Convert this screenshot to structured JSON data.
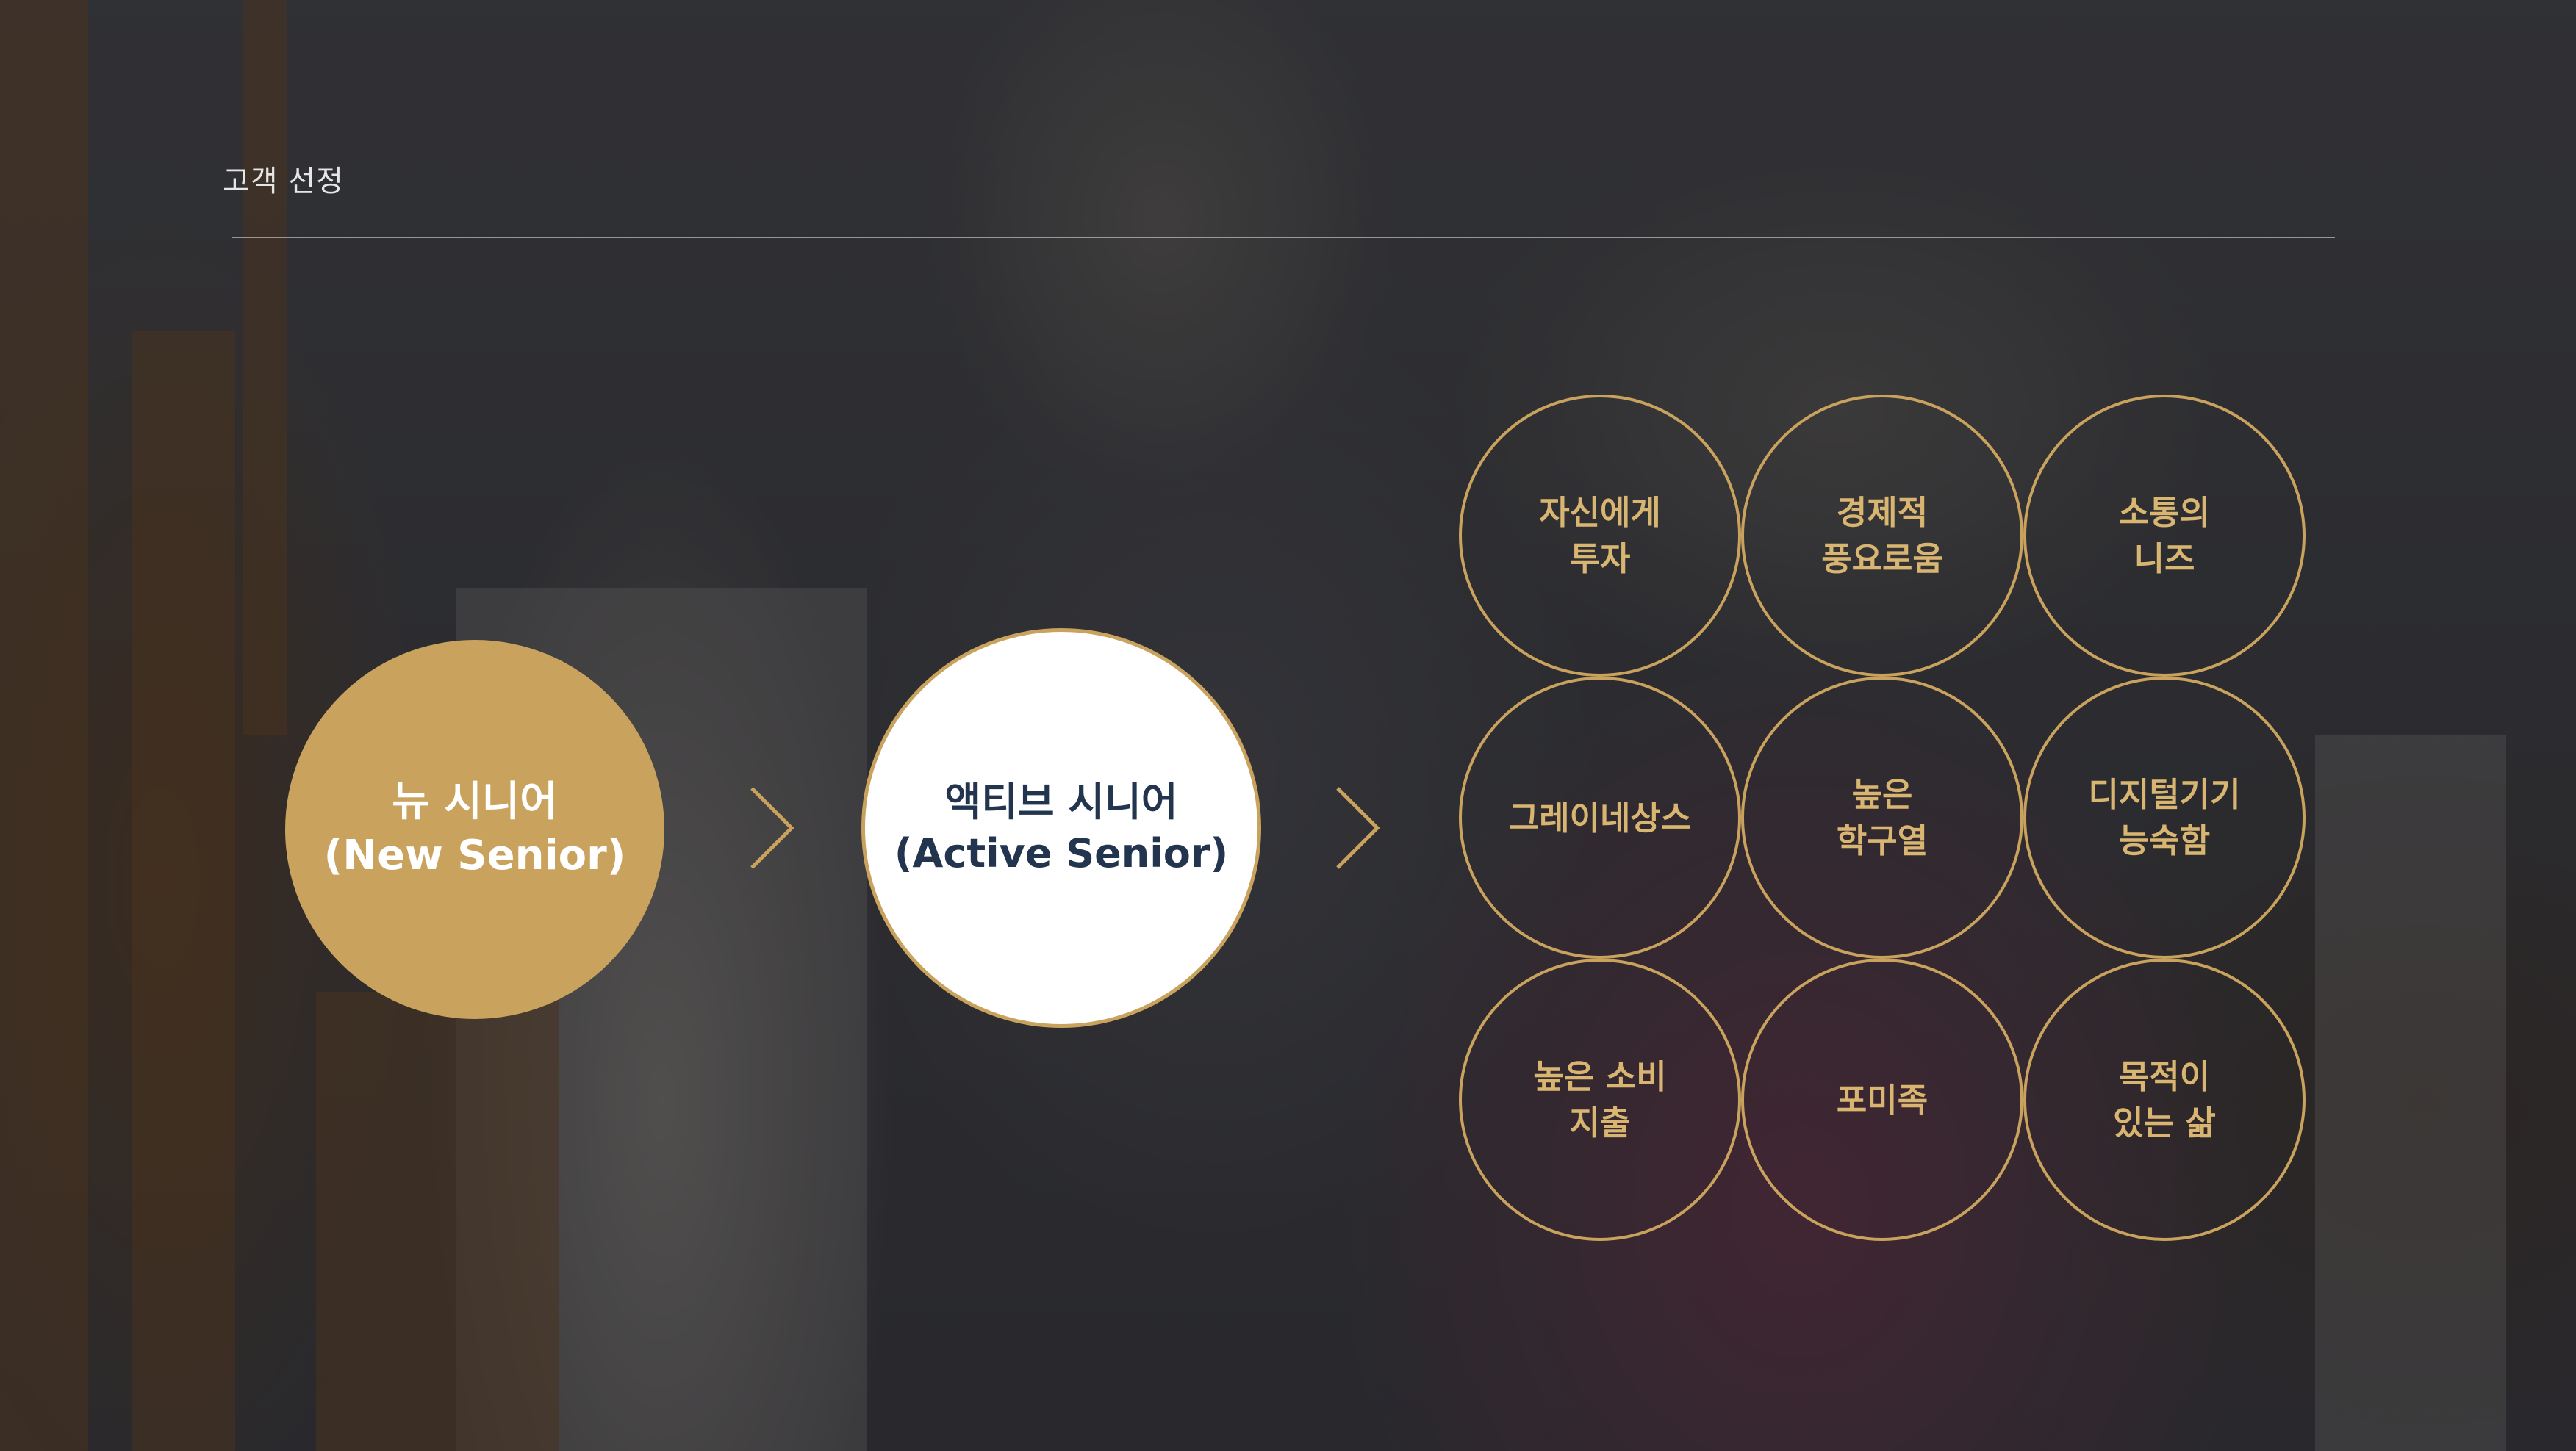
{
  "header": {
    "title": "고객 선정"
  },
  "flow": {
    "new_senior": {
      "line1": "뉴 시니어",
      "line2": "(New Senior)"
    },
    "active_senior": {
      "line1": "액티브 시니어",
      "line2": "(Active Senior)"
    }
  },
  "traits": [
    {
      "line1": "자신에게",
      "line2": "투자"
    },
    {
      "line1": "경제적",
      "line2": "풍요로움"
    },
    {
      "line1": "소통의",
      "line2": "니즈"
    },
    {
      "line1": "그레이네상스",
      "line2": ""
    },
    {
      "line1": "높은",
      "line2": "학구열"
    },
    {
      "line1": "디지털기기",
      "line2": "능숙함"
    },
    {
      "line1": "높은 소비",
      "line2": "지출"
    },
    {
      "line1": "포미족",
      "line2": ""
    },
    {
      "line1": "목적이",
      "line2": "있는 삶"
    }
  ],
  "colors": {
    "accent_gold": "#c9a25e",
    "trait_text": "#d9b572",
    "active_text": "#23344f",
    "overlay": "rgba(18,18,22,0.55)"
  }
}
